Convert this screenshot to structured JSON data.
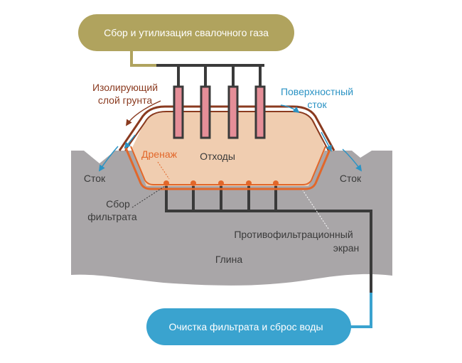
{
  "gas_box": {
    "label": "Сбор и утилизация свалочного газа"
  },
  "water_box": {
    "label": "Очистка фильтрата и сброс воды"
  },
  "labels": {
    "insulating_soil_line1": "Изолирующий",
    "insulating_soil_line2": "слой грунта",
    "surface_runoff_line1": "Поверхностный",
    "surface_runoff_line2": "сток",
    "drainage": "Дренаж",
    "waste": "Отходы",
    "runoff_left": "Сток",
    "runoff_right": "Сток",
    "leachate_line1": "Сбор",
    "leachate_line2": "фильтрата",
    "barrier_line1": "Противофильтрационный",
    "barrier_line2": "экран",
    "clay": "Глина"
  },
  "colors": {
    "gas_box": "#b0a35e",
    "water_box": "#3aa3cf",
    "ground": "#a9a6a8",
    "waste": "#f0cdb0",
    "brown_layer": "#8a3a1f",
    "orange_drain": "#e2672a",
    "pipe_dark": "#3a3a3a",
    "gas_pipe_fill": "#e58e98",
    "runoff_blue": "#2b93c4"
  }
}
